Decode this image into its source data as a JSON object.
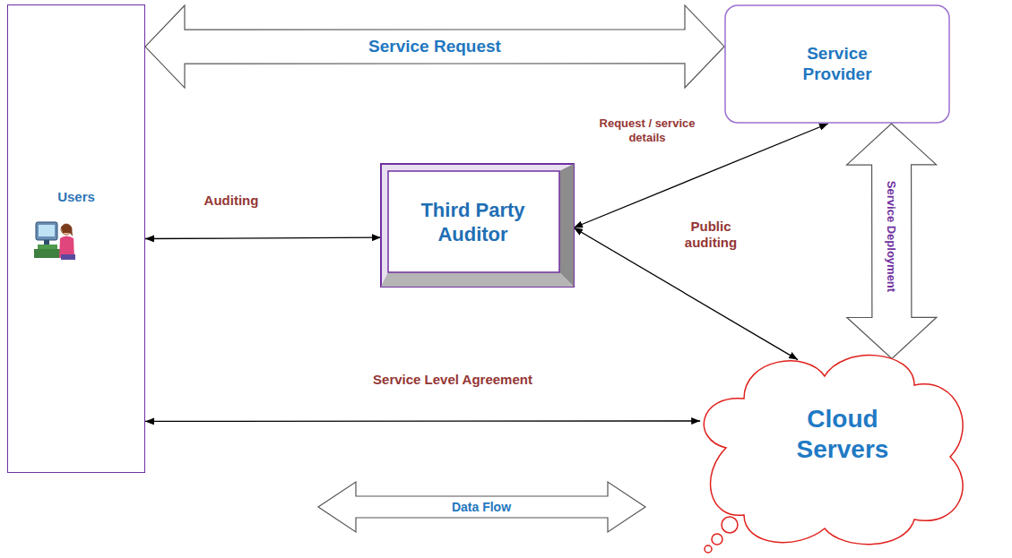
{
  "diagram": {
    "nodes": [
      {
        "text": [
          "Users"
        ]
      },
      {
        "text": [
          "Service Provider"
        ]
      },
      {
        "text": [
          "Third Party Auditor"
        ]
      },
      {
        "text": [
          "Cloud Servers"
        ]
      }
    ],
    "edges": [
      {
        "from": 0,
        "to": 1,
        "arrow": "both",
        "label": "Service Request"
      },
      {
        "from": 0,
        "to": 2,
        "arrow": "both",
        "label": "Auditing"
      },
      {
        "from": 2,
        "to": 1,
        "arrow": "both",
        "label": "Request / service details"
      },
      {
        "from": 2,
        "to": 3,
        "arrow": "both",
        "label": "Public auditing"
      },
      {
        "from": 1,
        "to": 3,
        "arrow": "both",
        "label": "Service Deployment"
      },
      {
        "from": 0,
        "to": 3,
        "arrow": "both",
        "label": "Service Level Agreement"
      }
    ],
    "labels": [
      "Data Flow"
    ]
  }
}
